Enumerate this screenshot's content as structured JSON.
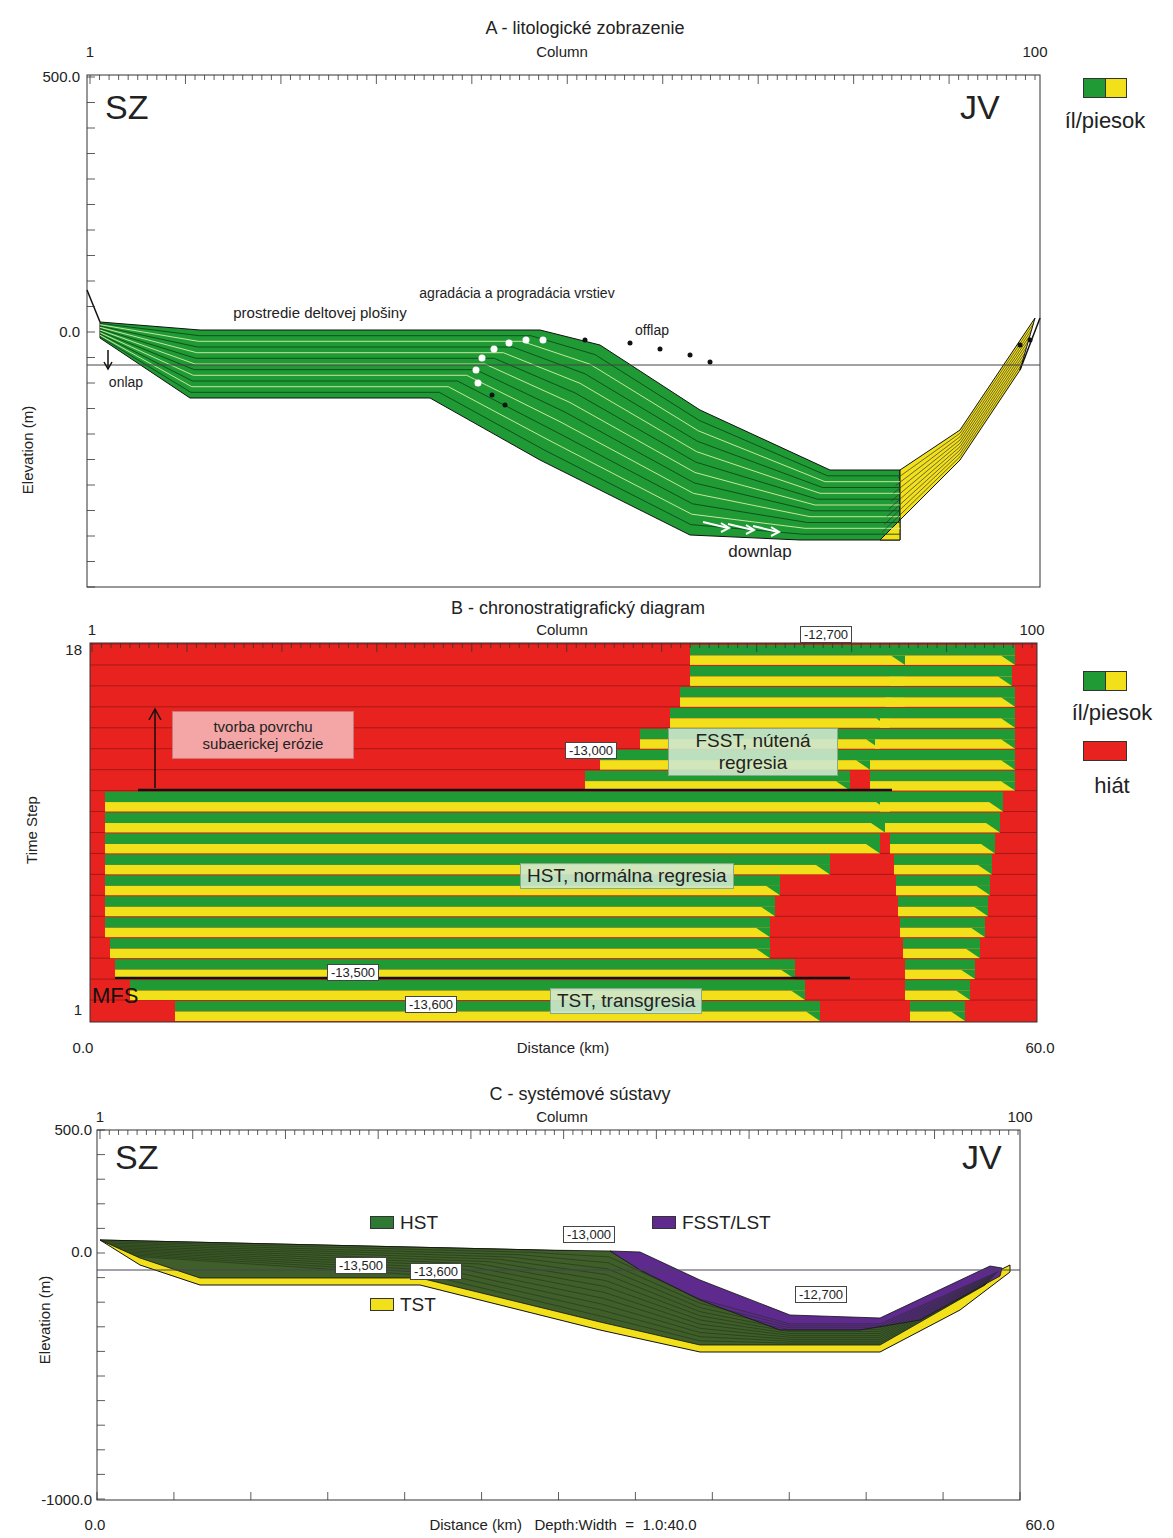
{
  "diagram": {
    "nodes": [
      {
        "text": [
          "-12,700"
        ]
      },
      {
        "text": [
          "tvorba povrchu subaerickej erózie"
        ]
      },
      {
        "text": [
          "-13,000"
        ]
      },
      {
        "text": [
          "FSST, nútená regresia"
        ]
      },
      {
        "text": [
          "HST, normálna regresia"
        ]
      },
      {
        "text": [
          "-13,500"
        ]
      },
      {
        "text": [
          "-13,600"
        ]
      },
      {
        "text": [
          "TST, transgresia"
        ]
      },
      {
        "text": [
          "-13,000"
        ]
      },
      {
        "text": [
          "-13,500"
        ]
      },
      {
        "text": [
          "-13,600"
        ]
      },
      {
        "text": [
          "-12,700"
        ]
      }
    ],
    "labels": [
      "A - litologické zobrazenie",
      "Column",
      "1",
      "100",
      "500.0",
      "0.0",
      "Elevation (m)",
      "SZ",
      "JV",
      "prostredie deltovej plošiny",
      "agradácia a progradácia vrstiev",
      "offlap",
      "onlap",
      "downlap",
      "B - chronostratigrafický diagram",
      "Column",
      "1",
      "100",
      "18",
      "1",
      "Time Step",
      "MFS",
      "0.0",
      "Distance (km)",
      "60.0",
      "C - systémové sústavy",
      "Column",
      "1",
      "100",
      "500.0",
      "0.0",
      "-1000.0",
      "Elevation (m)",
      "SZ",
      "JV",
      "0.0",
      "Distance (km)   Depth:Width  =  1.0:40.0",
      "60.0"
    ],
    "legend": [
      {
        "text": "íl/piesok",
        "color": "#1f9a35"
      },
      {
        "text": "íl/piesok",
        "color": "#1f9a35"
      },
      {
        "text": "hiát",
        "color": "#e8231f"
      },
      {
        "text": "HST",
        "color": "#2e7a34"
      },
      {
        "text": "FSST/LST",
        "color": "#5e2a8e"
      },
      {
        "text": "TST",
        "color": "#f2e01a"
      }
    ]
  }
}
